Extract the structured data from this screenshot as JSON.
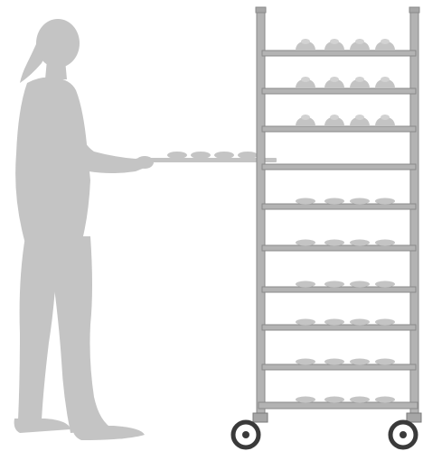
{
  "scene": {
    "background": "#ffffff",
    "figure_color": "#c4c4c4",
    "rack_fill": "#b3b3b3",
    "rack_stroke": "#8a8a8a",
    "shelf_count": 10,
    "wheel_count": 2,
    "tray_items": 4,
    "shelves": [
      {
        "items": 4,
        "item_shape": "dough-mound"
      },
      {
        "items": 4,
        "item_shape": "dough-mound"
      },
      {
        "items": 4,
        "item_shape": "dough-mound"
      },
      {
        "items": 0,
        "item_shape": "empty"
      },
      {
        "items": 4,
        "item_shape": "flat-dough"
      },
      {
        "items": 4,
        "item_shape": "flat-dough"
      },
      {
        "items": 4,
        "item_shape": "flat-dough"
      },
      {
        "items": 4,
        "item_shape": "flat-dough"
      },
      {
        "items": 4,
        "item_shape": "flat-dough"
      },
      {
        "items": 4,
        "item_shape": "flat-dough"
      }
    ]
  }
}
